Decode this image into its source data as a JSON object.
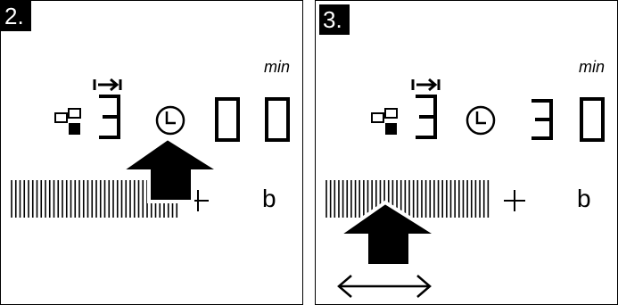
{
  "panels": [
    {
      "step": "2.",
      "unit": "min",
      "zone_digit": "3",
      "timer_digits": [
        "0",
        "0"
      ],
      "side_letter": "b",
      "plus": "+"
    },
    {
      "step": "3.",
      "unit": "min",
      "zone_digit": "3",
      "timer_digits": [
        "3",
        "0"
      ],
      "side_letter": "b",
      "plus": "+"
    }
  ]
}
